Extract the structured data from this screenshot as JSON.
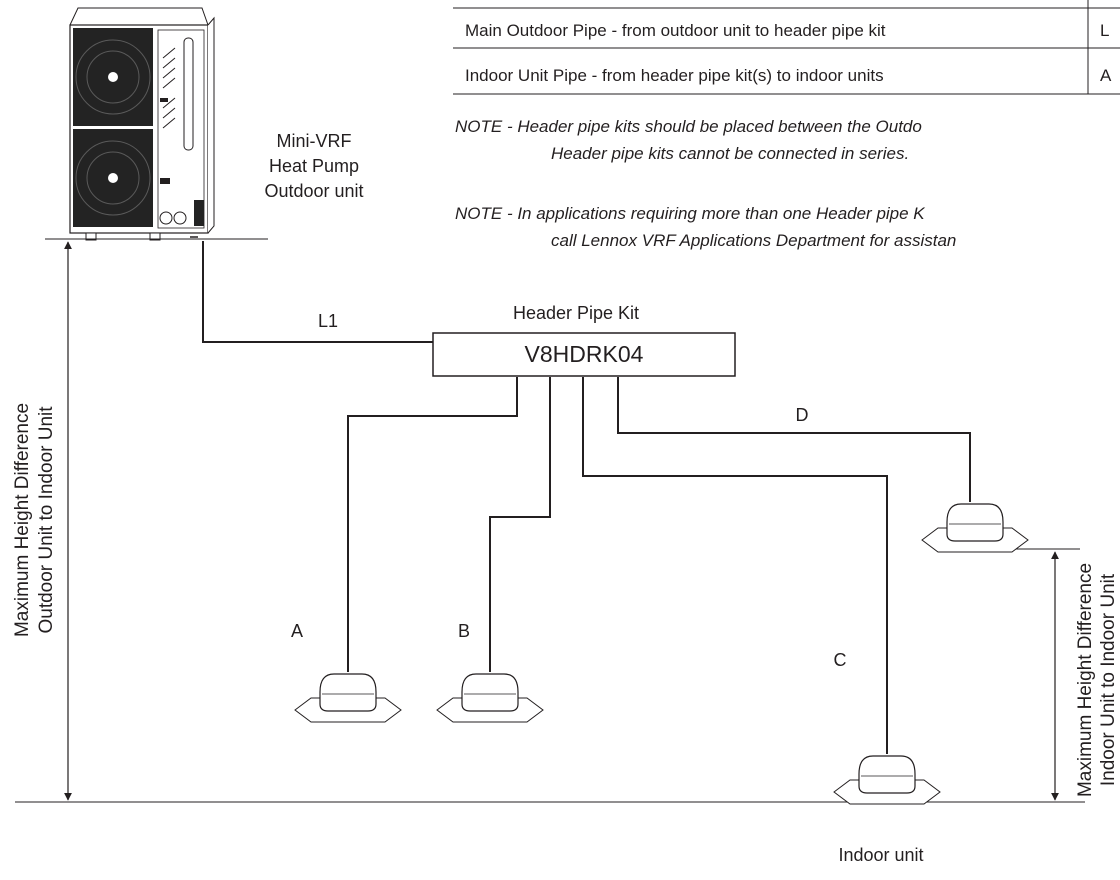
{
  "legend_table": {
    "rows": [
      {
        "description": "Main Outdoor Pipe - from outdoor unit to header pipe kit",
        "code": "L"
      },
      {
        "description": "Indoor Unit Pipe - from header pipe kit(s) to indoor units",
        "code": "A"
      }
    ]
  },
  "notes": [
    {
      "line1": "NOTE - Header pipe kits should be placed between the Outdo",
      "line2": "Header pipe kits cannot be connected in series."
    },
    {
      "line1": "NOTE - In applications requiring more than one Header pipe K",
      "line2": "call Lennox VRF Applications Department for assistan"
    }
  ],
  "outdoor_unit": {
    "line1": "Mini-VRF",
    "line2": "Heat Pump",
    "line3": "Outdoor unit"
  },
  "header_kit": {
    "title": "Header Pipe Kit",
    "model": "V8HDRK04"
  },
  "pipe_labels": {
    "main": "L1",
    "a": "A",
    "b": "B",
    "c": "C",
    "d": "D"
  },
  "left_dimension": {
    "line1": "Maximum Height Difference",
    "line2": "Outdoor Unit to Indoor Unit"
  },
  "right_dimension": {
    "line1": "Maximum Height Difference",
    "line2": "Indoor Unit to Indoor Unit"
  },
  "indoor_unit_label": "Indoor unit"
}
